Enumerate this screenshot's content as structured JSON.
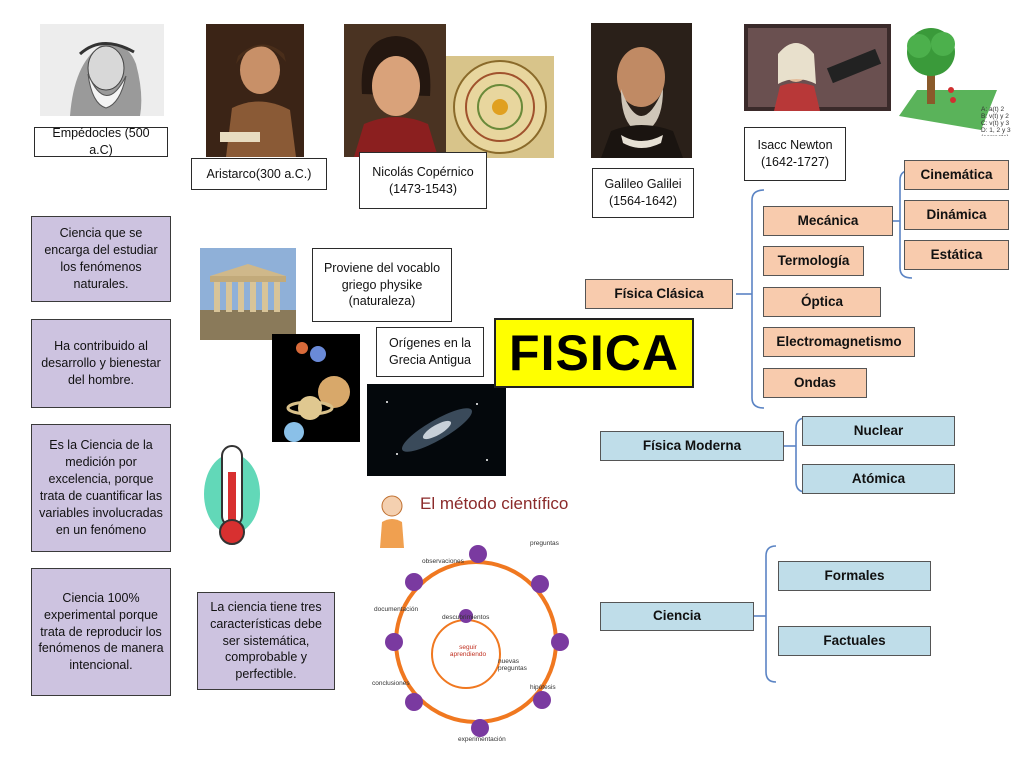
{
  "title": "FISICA",
  "scientists": {
    "empedocles": "Empédocles (500 a.C)",
    "aristarco": "Aristarco(300 a.C.)",
    "copernico": "Nicolás Copérnico (1473-1543)",
    "galileo": "Galileo Galilei (1564-1642)",
    "newton": "Isacc Newton (1642-1727)"
  },
  "definitions": [
    "Ciencia que se encarga del estudiar los fenómenos naturales.",
    "Ha contribuido al desarrollo y bienestar del hombre.",
    "Es la Ciencia de la medición por excelencia, porque trata de cuantificar las variables involucradas en un fenómeno",
    "Ciencia 100% experimental porque trata de reproducir los fenómenos de manera intencional."
  ],
  "origin": {
    "vocablo": "Proviene del vocablo griego physike (naturaleza)",
    "grecia": "Orígenes en la Grecia Antigua"
  },
  "characteristics": "La ciencia tiene tres características debe ser sistemática, comprobable y perfectible.",
  "metodo": {
    "title": "El método científico",
    "steps": [
      "preguntas",
      "observaciones",
      "documentación",
      "descubrimientos",
      "seguir aprendiendo",
      "nuevas preguntas",
      "conclusiones",
      "hipótesis",
      "experimentación"
    ]
  },
  "clasica": {
    "label": "Física Clásica",
    "branches": [
      "Mecánica",
      "Termología",
      "Óptica",
      "Electromagnetismo",
      "Ondas"
    ],
    "mecanica_sub": [
      "Cinemática",
      "Dinámica",
      "Estática"
    ]
  },
  "moderna": {
    "label": "Física Moderna",
    "branches": [
      "Nuclear",
      "Atómica"
    ]
  },
  "ciencia": {
    "label": "Ciencia",
    "branches": [
      "Formales",
      "Factuales"
    ]
  },
  "newton_figure_notes": [
    "A: a(t) 2",
    "B: v(t) y 2",
    "C: v(t) y 3",
    "D: 1, 2 y 3 (correcto)"
  ],
  "colors": {
    "lavender": "#cdc3e0",
    "peach": "#f8cbad",
    "blue": "#bfdde9",
    "yellow": "#ffff00",
    "bracket": "#5b84c4"
  }
}
